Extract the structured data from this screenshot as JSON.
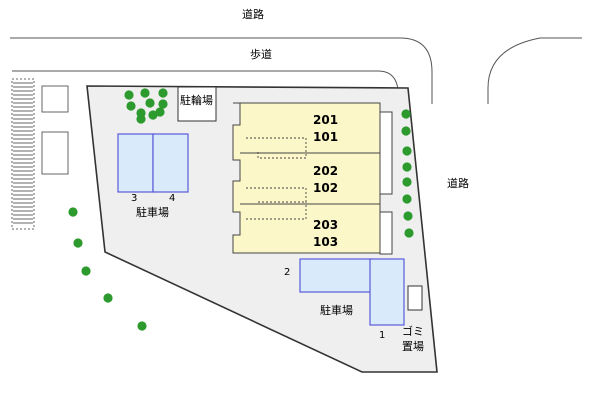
{
  "labels": {
    "road_top": "道路",
    "sidewalk": "歩道",
    "road_right": "道路",
    "bike_parking": "駐輪場",
    "parking_left": "駐車場",
    "parking_right": "駐車場",
    "garbage_line1": "ゴミ",
    "garbage_line2": "置場"
  },
  "units": [
    {
      "upper": "201",
      "lower": "101"
    },
    {
      "upper": "202",
      "lower": "102"
    },
    {
      "upper": "203",
      "lower": "103"
    }
  ],
  "parking_numbers": [
    "1",
    "2",
    "3",
    "4"
  ],
  "colors": {
    "building_fill": "#fbf7c8",
    "parking_fill": "#d9ebfa",
    "parking_stroke": "#5a5ad8",
    "tree": "#2c9a2c",
    "lot_fill": "#f0f0f0"
  }
}
